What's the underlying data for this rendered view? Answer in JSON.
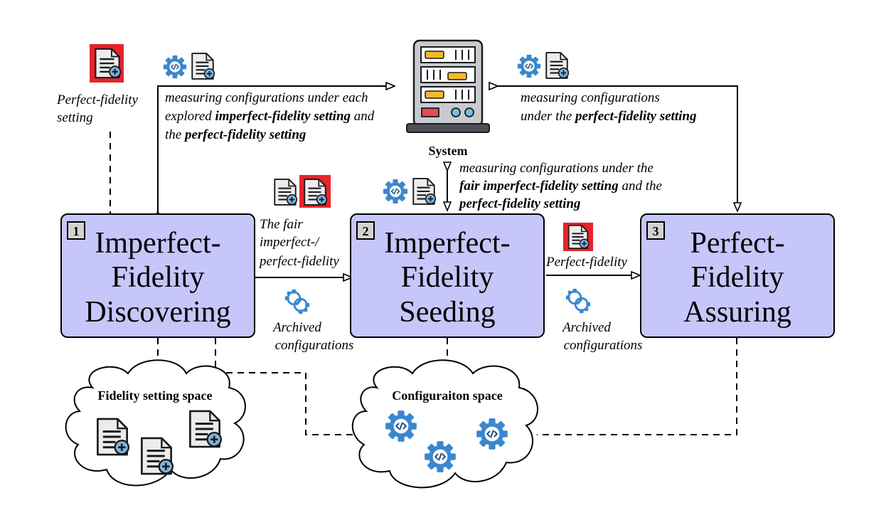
{
  "stages": [
    {
      "number": "1",
      "line1": "Imperfect-",
      "line2": "Fidelity",
      "line3": "Discovering"
    },
    {
      "number": "2",
      "line1": "Imperfect-",
      "line2": "Fidelity",
      "line3": "Seeding"
    },
    {
      "number": "3",
      "line1": "Perfect-",
      "line2": "Fidelity",
      "line3": "Assuring"
    }
  ],
  "system": {
    "label": "System"
  },
  "labels": {
    "perfect_setting": {
      "line1": "Perfect-fidelity",
      "line2": "setting"
    },
    "measure_left": {
      "line1": "measuring configurations under each",
      "line2_a": "explored ",
      "line2_b": "imperfect-fidelity setting",
      "line2_c": " and",
      "line3_a": "the ",
      "line3_b": "perfect-fidelity setting"
    },
    "measure_right": {
      "line1": "measuring configurations",
      "line2_a": "under the ",
      "line2_b": "perfect-fidelity setting"
    },
    "measure_mid": {
      "line1": "measuring configurations under the",
      "line2_a": "fair imperfect-fidelity setting",
      "line2_b": " and the",
      "line3_a": "perfect-fidelity setting"
    },
    "fair_arrow": {
      "line1": "The fair",
      "line2": "imperfect-/",
      "line3": "perfect-fidelity"
    },
    "perfect_arrow": "Perfect-fidelity",
    "archived_1": {
      "line1": "Archived",
      "line2": "configurations"
    },
    "archived_2": {
      "line1": "Archived",
      "line2": "configurations"
    }
  },
  "clouds": {
    "fidelity_space": "Fidelity setting space",
    "config_space": "Configuraiton space"
  },
  "colors": {
    "stage_fill": "#c6c6fa",
    "gear_blue": "#3a87d0",
    "highlight_red": "#e8232a",
    "server_body": "#c7cbd1",
    "number_box": "#d2d2d2"
  },
  "icons": [
    "document-plus-icon",
    "gear-code-icon",
    "server-icon",
    "archive-gears-icon",
    "cloud-icon"
  ]
}
